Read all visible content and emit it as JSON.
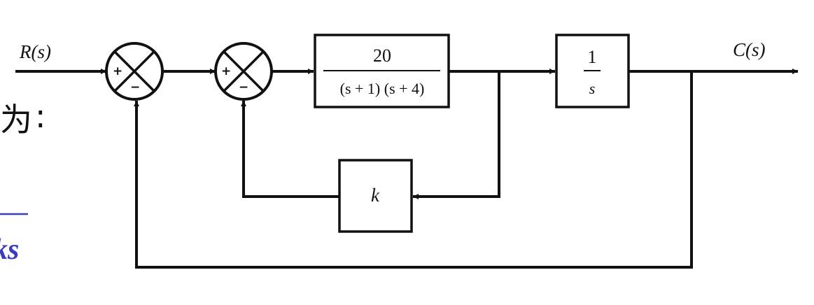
{
  "signals": {
    "input": "R(s)",
    "output": "C(s)"
  },
  "blocks": {
    "plant": {
      "numerator": "20",
      "denominator": "(s + 1) (s + 4)"
    },
    "integrator": {
      "numerator": "1",
      "denominator": "s"
    },
    "feedback_gain": {
      "label": "k"
    }
  },
  "summing_junctions": {
    "outer": {
      "plus": "+",
      "minus": "−"
    },
    "inner": {
      "plus": "+",
      "minus": "−"
    }
  },
  "side_text": {
    "char": "为",
    "colon": ":",
    "blue_fragment": "ks"
  },
  "colors": {
    "line": "#111111",
    "blue": "#3b3bbf"
  }
}
